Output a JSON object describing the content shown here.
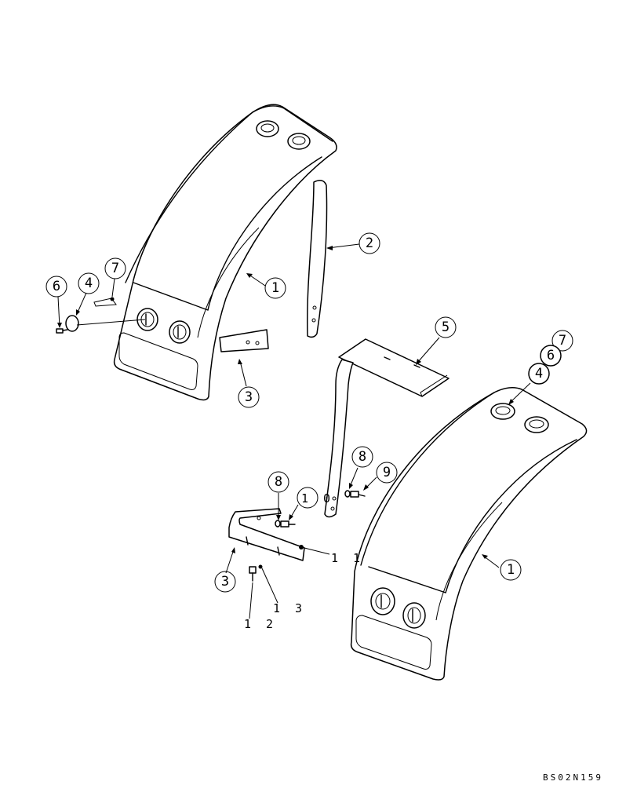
{
  "diagram": {
    "reference_code": "BS02N159",
    "callouts": {
      "fender_left": "1",
      "fender_right": "1",
      "bracket_upper": "2",
      "strap_left": "3",
      "strap_right": "3",
      "lamp_left": "4",
      "lamp_right": "4",
      "support_bracket": "5",
      "screw_left": "6",
      "screw_right": "6",
      "nut_left": "7",
      "nut_right": "7",
      "washer_a": "8",
      "washer_b": "8",
      "bolt_9": "9",
      "bolt_10": "1 0",
      "nut_11": "1 1",
      "bolt_12": "1 2",
      "nut_13": "1 3"
    }
  }
}
